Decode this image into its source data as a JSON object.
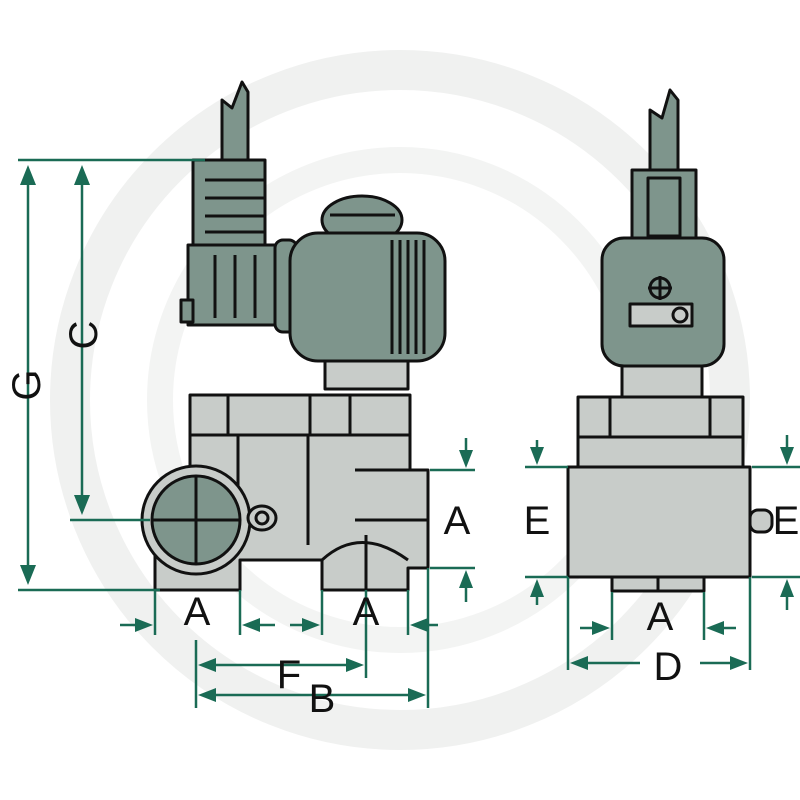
{
  "colors": {
    "dimension": "#1a6b55",
    "body": "#c8ccc9",
    "coil": "#7e958c",
    "outline": "#111111",
    "watermark": "#f0f1f0"
  },
  "labels": {
    "G": "G",
    "C": "C",
    "A_left": "A",
    "A_mid": "A",
    "A_right_side": "A",
    "A_bottom_right": "A",
    "E_left": "E",
    "E_right": "E",
    "F": "F",
    "B": "B",
    "D": "D"
  }
}
